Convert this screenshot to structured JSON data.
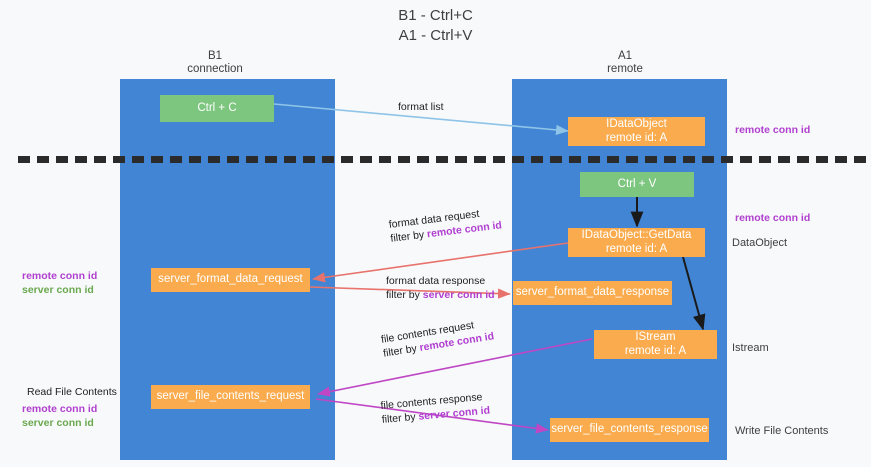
{
  "title": {
    "line1": "B1 - Ctrl+C",
    "line2": "A1 - Ctrl+V"
  },
  "columns": [
    {
      "name": "B1",
      "sub": "connection"
    },
    {
      "name": "A1",
      "sub": "remote"
    }
  ],
  "nodes": {
    "ctrl_c": "Ctrl + C",
    "ctrl_v": "Ctrl + V",
    "idataobject_remote": {
      "line1": "IDataObject",
      "line2": "remote id: A"
    },
    "getdata": {
      "line1": "IDataObject::GetData",
      "line2": "remote id: A"
    },
    "istream": {
      "line1": "IStream",
      "line2": "remote id: A"
    },
    "server_format_data_request": "server_format_data_request",
    "server_format_data_response": "server_format_data_response",
    "server_file_contents_request": "server_file_contents_request",
    "server_file_contents_response": "server_file_contents_response"
  },
  "edges": {
    "format_list": "format list",
    "format_data_request": "format data request",
    "format_data_request_filter_prefix": "filter by ",
    "format_data_request_filter_key": "remote conn id",
    "format_data_response": "format data response",
    "format_data_response_filter_prefix": "filter by ",
    "format_data_response_filter_key": "server conn id",
    "file_contents_request": "file contents request",
    "file_contents_request_filter_prefix": "filter by ",
    "file_contents_request_filter_key": "remote conn id",
    "file_contents_response": "file contents response",
    "file_contents_response_filter_prefix": "filter by ",
    "file_contents_response_filter_key": "server conn id"
  },
  "annotations": {
    "right_remote_conn_id_top": "remote conn id",
    "right_remote_conn_id_mid": "remote conn id",
    "right_dataobject": "DataObject",
    "right_istream": "Istream",
    "right_write_file_contents": "Write File Contents",
    "left_remote_conn_id": "remote conn id",
    "left_server_conn_id": "server conn id",
    "left_read_file_contents": "Read File Contents",
    "left_remote_conn_id_2": "remote conn id",
    "left_server_conn_id_2": "server conn id"
  },
  "colors": {
    "lane": "#4285d4",
    "node_green": "#7dc67f",
    "node_orange": "#f9ab4e",
    "edge_lightblue": "#8ec4e8",
    "edge_red": "#e8736c",
    "edge_magenta": "#c councillor",
    "edge_black": "#1a1a1a",
    "key_purple": "#b03fd0",
    "key_green": "#6aa84f",
    "background": "#f8f9fa"
  }
}
